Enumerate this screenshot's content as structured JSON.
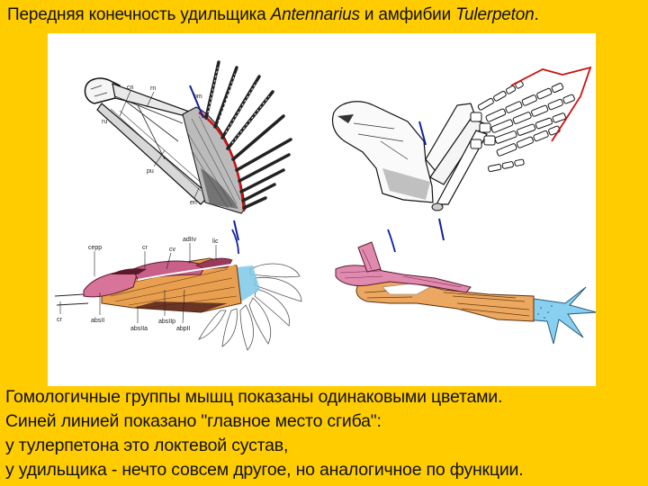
{
  "slide": {
    "background_color": "#FFCC00",
    "panel_color": "#FFFFFF",
    "title": {
      "prefix": "Передняя конечность удильщика ",
      "genus1": "Antennarius",
      "middle": " и амфибии ",
      "genus2": "Tulerpeton",
      "suffix": "."
    },
    "figures": {
      "antennarius_skeleton": {
        "description": "Pectoral fin skeleton of anglerfish Antennarius with fin rays",
        "labels": [
          "cn",
          "rn",
          "ru",
          "pu",
          "en",
          "bm"
        ],
        "highlight_line_color": "#CC0000",
        "flexion_line_color": "#1020A0"
      },
      "tulerpeton_skeleton": {
        "description": "Forelimb skeleton of Tulerpeton with shoulder girdle and digits",
        "outline_color": "#CC0000",
        "flexion_line_color": "#1020A0"
      },
      "antennarius_muscles": {
        "description": "Pectoral fin musculature of Antennarius",
        "labels": [
          "cepp",
          "cr",
          "cv",
          "adIIv",
          "lic",
          "cr",
          "absII",
          "absIIa",
          "absIIp",
          "abpII"
        ],
        "colors": {
          "pink": "#D8739A",
          "orange": "#E8A050",
          "blue": "#7EC8E8",
          "dark": "#5A1A2A"
        }
      },
      "tulerpeton_muscles": {
        "description": "Forelimb musculature of Tulerpeton",
        "colors": {
          "pink": "#E08AB0",
          "orange": "#ECA860",
          "blue": "#88D0F0"
        }
      }
    },
    "caption": {
      "lines": [
        "Гомологичные группы мышц показаны одинаковыми цветами.",
        "Синей линией показано \"главное место сгиба\":",
        "у тулерпетона это локтевой сустав,",
        "у удильщика - нечто совсем другое, но аналогичное по функции."
      ]
    }
  }
}
